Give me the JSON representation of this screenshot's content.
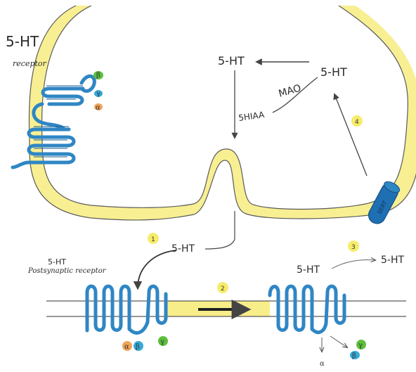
{
  "labels": {
    "receptor_top_title": "5-HT",
    "receptor_top_sub": "receptor",
    "synth_5ht_left": "5-HT",
    "synth_5ht_right": "5-HT",
    "mao": "MAO",
    "metabolite": "5HIAA",
    "cleft_5ht": "5-HT",
    "post_receptor_title": "5-HT",
    "post_receptor_sub": "Postsynaptic receptor",
    "right_5ht_a": "5-HT",
    "right_5ht_b": "5-HT",
    "transporter": "SERT"
  },
  "steps": {
    "step1": "1",
    "step2": "2",
    "step3": "3",
    "step4": "4"
  },
  "subunits": {
    "top_beta": "β",
    "top_gamma": "γ",
    "top_alpha": "α",
    "bottom_alpha": "α",
    "bottom_beta": "β",
    "bottom_gamma": "γ",
    "right_gamma": "γ",
    "right_beta": "β",
    "right_alpha": "α"
  },
  "colors": {
    "membrane_yellow": "#f3e23a",
    "membrane_line": "#5a5a5a",
    "receptor_blue": "#2f86c4",
    "receptor_dark": "#1d5f93",
    "sert_blue": "#1f6fb3",
    "green": "#5cbf3d",
    "orange": "#f0a35a",
    "cyan": "#36a9d9",
    "step_badge": "#f6ec6a"
  },
  "icons": {
    "receptor": "seven-tm-receptor-icon",
    "transporter": "sert-cylinder-icon",
    "arrow": "arrow-icon"
  }
}
